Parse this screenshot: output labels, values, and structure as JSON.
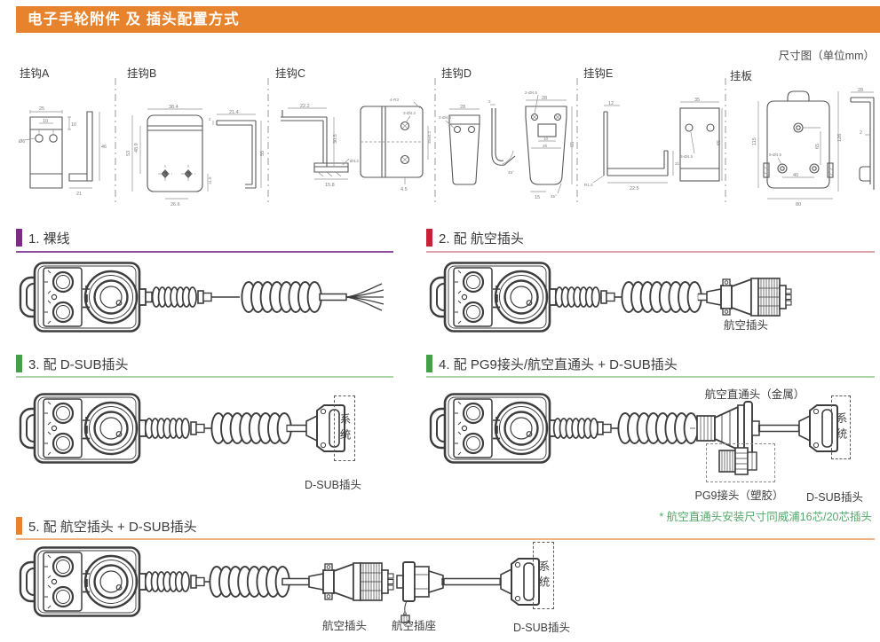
{
  "header": {
    "title": "电子手轮附件 及 插头配置方式",
    "bg": "#E8832D"
  },
  "size_note": "尺寸图（单位mm）",
  "hooks": [
    {
      "label": "挂钩A",
      "dims": [
        "25",
        "10",
        "Ø6",
        "10",
        "46",
        "21"
      ]
    },
    {
      "label": "挂钩B",
      "dims": [
        "38.4",
        "48.9",
        "53",
        "26.6",
        "11.5",
        "21.4",
        "2",
        "55"
      ]
    },
    {
      "label": "挂钩C",
      "dims": [
        "22.2",
        "30.5",
        "15.8",
        "Ø4.2",
        "4-R3",
        "2-Ø4.2",
        "35±0.2",
        "4.5"
      ]
    },
    {
      "label": "挂钩D",
      "dims": [
        "28",
        "2-Ø4.5",
        "2",
        "45°",
        "28",
        "2-Ø4.5",
        "10",
        "26",
        "65",
        "15",
        "45°"
      ]
    },
    {
      "label": "挂钩E",
      "dims": [
        "12",
        "21",
        "22.5",
        "R1.2",
        "35",
        "65",
        "3-Ø4.5"
      ]
    },
    {
      "label": "挂板",
      "dims": [
        "115",
        "126",
        "65",
        "40",
        "80",
        "5-Ø4.5",
        "28",
        "2"
      ]
    }
  ],
  "sections": [
    {
      "title": "1. 裸线",
      "accent": "#7D2B85",
      "rule": "#8E4B9E"
    },
    {
      "title": "2. 配 航空插头",
      "accent": "#C9203A",
      "rule": "#DFA2AA",
      "labels": {
        "plug": "航空插头"
      }
    },
    {
      "title": "3. 配 D-SUB插头",
      "accent": "#44A048",
      "rule": "#ABD3A6",
      "labels": {
        "dsub": "D-SUB插头",
        "system": "系统"
      }
    },
    {
      "title": "4. 配 PG9接头/航空直通头 + D-SUB插头",
      "accent": "#44A048",
      "rule": "#ABD3A6",
      "labels": {
        "feedthrough": "航空直通头（金属）",
        "pg9": "PG9接头（塑胶）",
        "dsub": "D-SUB插头",
        "system": "系统"
      }
    },
    {
      "title": "5. 配 航空插头 + D-SUB插头",
      "accent": "#E8832D",
      "rule": "#F2B183",
      "labels": {
        "plug": "航空插头",
        "socket": "航空插座",
        "dsub": "D-SUB插头",
        "system": "系统"
      }
    }
  ],
  "footnote": {
    "text": "* 航空直通头安装尺寸同威浦16芯/20芯插头",
    "color": "#55A86B"
  }
}
